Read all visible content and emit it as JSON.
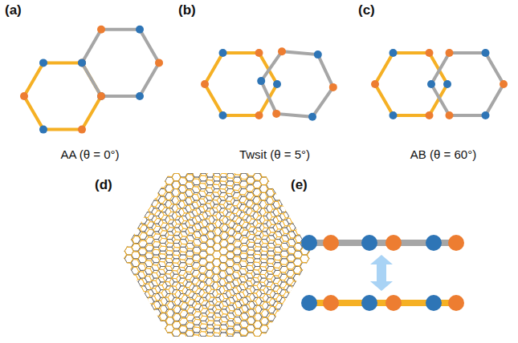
{
  "diagram": {
    "labels": [
      "(a)",
      "(b)",
      "(c)",
      "AA (θ = 0°)",
      "Twsit (θ = 5°)",
      "AB (θ = 60°)",
      "(d)",
      "(e)"
    ]
  }
}
